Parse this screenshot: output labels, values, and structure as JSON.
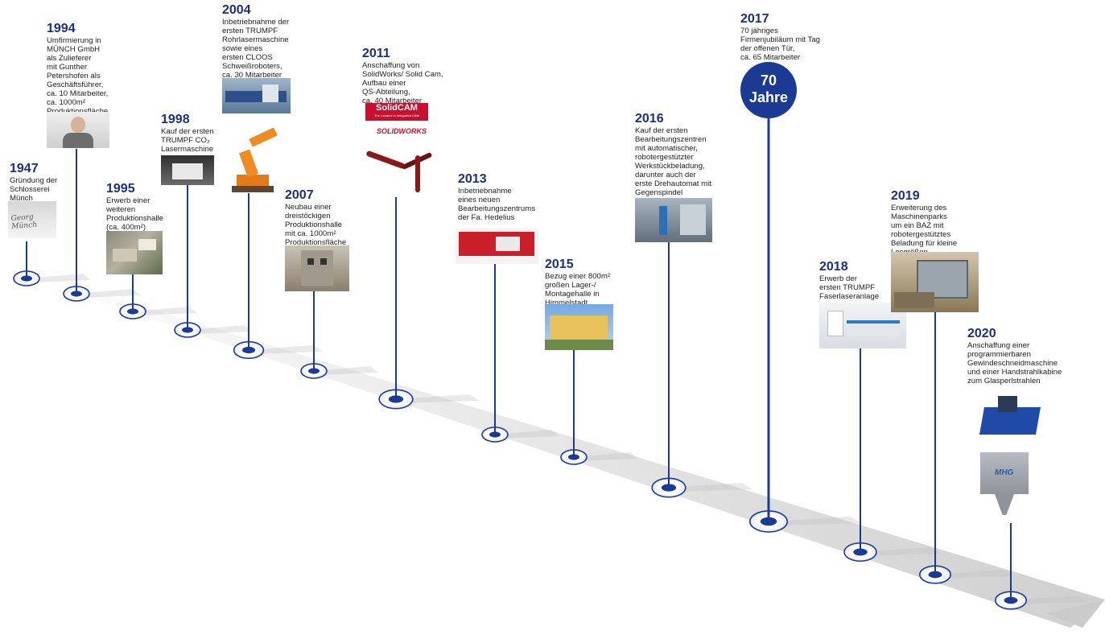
{
  "colors": {
    "accent": "#1b3a94",
    "year": "#1b2f86",
    "road": "#d9d9d9"
  },
  "events": [
    {
      "id": "1947",
      "year": "1947",
      "desc": [
        "Gründung der",
        "Schlosserei",
        "Münch"
      ]
    },
    {
      "id": "1994",
      "year": "1994",
      "desc": [
        "Umfirmierung in",
        "MÜNCH GmbH",
        "als Zulieferer",
        "mit Gunther",
        "Petershofen als",
        "Geschäftsführer,",
        "ca. 10 Mitarbeiter,",
        "ca. 1000m²",
        "Produktionsfläche"
      ]
    },
    {
      "id": "1995",
      "year": "1995",
      "desc": [
        "Erwerb einer",
        "weiteren",
        "Produktionshalle",
        "(ca. 400m²)"
      ]
    },
    {
      "id": "1998",
      "year": "1998",
      "desc": [
        "Kauf der ersten",
        "TRUMPF CO₂",
        "Lasermaschine"
      ]
    },
    {
      "id": "2004",
      "year": "2004",
      "desc": [
        "Inbetriebnahme der",
        "ersten TRUMPF",
        "Rohrlasermaschine",
        "sowie eines",
        "ersten CLOOS",
        "Schweißroboters,",
        "ca. 30 Mitarbeiter"
      ]
    },
    {
      "id": "2007",
      "year": "2007",
      "desc": [
        "Neubau einer",
        "dreistöckigen",
        "Produktionshalle",
        "mit ca. 1000m²",
        "Produktionsfläche"
      ]
    },
    {
      "id": "2011",
      "year": "2011",
      "desc": [
        "Anschaffung von",
        "SolidWorks/ Solid Cam,",
        "Aufbau einer",
        "QS-Abteilung,",
        "ca.  40 Mitarbeiter"
      ]
    },
    {
      "id": "2013",
      "year": "2013",
      "desc": [
        "Inbetriebnahme",
        "eines neuen",
        "Bearbeitungszentrums",
        "der Fa. Hedelius"
      ]
    },
    {
      "id": "2015",
      "year": "2015",
      "desc": [
        "Bezug einer 800m²",
        "großen Lager-/",
        "Montagehalle in",
        "Himmelstadt"
      ]
    },
    {
      "id": "2016",
      "year": "2016",
      "desc": [
        "Kauf der ersten",
        "Bearbeitungszentren",
        "mit automatischer,",
        "robotergestützter",
        "Werkstückbeladung,",
        "darunter auch der",
        "erste Drehautomat mit",
        "Gegenspindel"
      ]
    },
    {
      "id": "2017",
      "year": "2017",
      "desc": [
        "70 jähriges",
        "Firmenjubiläum mit Tag",
        "der offenen Tür,",
        "ca. 65 Mitarbeiter"
      ]
    },
    {
      "id": "2018",
      "year": "2018",
      "desc": [
        "Erwerb der",
        "ersten TRUMPF",
        "Faserlaseranlage"
      ]
    },
    {
      "id": "2019",
      "year": "2019",
      "desc": [
        "Erweiterung des",
        "Maschinenparks",
        "um ein BAZ mit",
        "robotergestütztes",
        "Beladung für kleine",
        "Losgrößen"
      ]
    },
    {
      "id": "2020",
      "year": "2020",
      "desc": [
        "Anschaffung einer",
        "programmierbaren",
        "Gewindeschneidmaschine",
        "und einer Handstrahlkabine",
        "zum Glasperlstrahlen"
      ]
    }
  ],
  "badge": {
    "line1": "70",
    "line2": "Jahre"
  },
  "logos": {
    "solidcam": "SolidCAM",
    "solidcam_tagline": "The Leaders in Integrated CAM",
    "solidworks": "SOLIDWORKS"
  },
  "photo_texts": {
    "signature": "Georg Münch",
    "mhg": "MHG"
  }
}
